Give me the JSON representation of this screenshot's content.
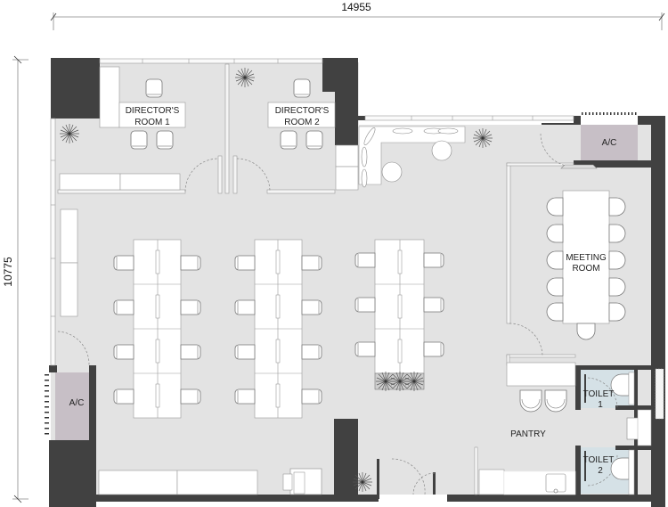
{
  "dimensions": {
    "width": "14955",
    "height": "10775"
  },
  "rooms": {
    "directors_room_1": {
      "line1": "DIRECTOR'S",
      "line2": "ROOM 1"
    },
    "directors_room_2": {
      "line1": "DIRECTOR'S",
      "line2": "ROOM 2"
    },
    "meeting_room": {
      "line1": "MEETING",
      "line2": "ROOM"
    },
    "pantry": "PANTRY",
    "toilet_1": {
      "line1": "TOILET",
      "line2": "1"
    },
    "toilet_2": {
      "line1": "TOILET",
      "line2": "2"
    },
    "ac_top": "A/C",
    "ac_left": "A/C"
  },
  "colors": {
    "wall": "#414141",
    "floor": "#e3e3e3",
    "furniture": "#ffffff",
    "ac_unit": "#c7bfc6",
    "toilet_floor": "#d5e1e6"
  },
  "workstations": {
    "clusters": 3,
    "desks_per_cluster": [
      8,
      8,
      6
    ]
  }
}
